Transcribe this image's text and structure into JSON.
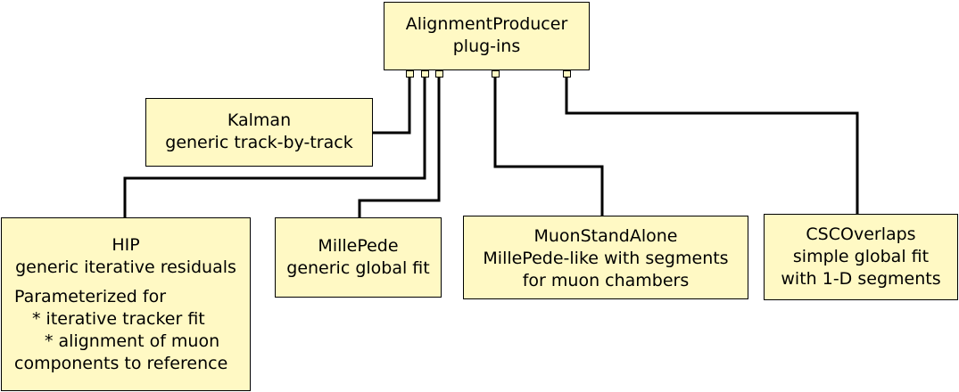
{
  "diagram": {
    "root": {
      "lines": [
        "AlignmentProducer",
        "plug-ins"
      ]
    },
    "nodes": {
      "kalman": {
        "title": "Kalman",
        "subtitle": "generic track-by-track"
      },
      "hip": {
        "title": "HIP",
        "subtitle": "generic iterative residuals",
        "note_heading": "Parameterized for",
        "note_items": [
          "* iterative tracker fit",
          "* alignment of muon",
          "components to reference"
        ]
      },
      "millepede": {
        "title": "MillePede",
        "subtitle": "generic global fit"
      },
      "muon_standalone": {
        "title": "MuonStandAlone",
        "lines": [
          "MillePede-like with segments",
          "for muon chambers"
        ]
      },
      "csc_overlaps": {
        "title": "CSCOverlaps",
        "lines": [
          "simple global fit",
          "with 1-D segments"
        ]
      }
    },
    "colors": {
      "box_fill": "#fff9c4",
      "stroke": "#000000"
    }
  }
}
